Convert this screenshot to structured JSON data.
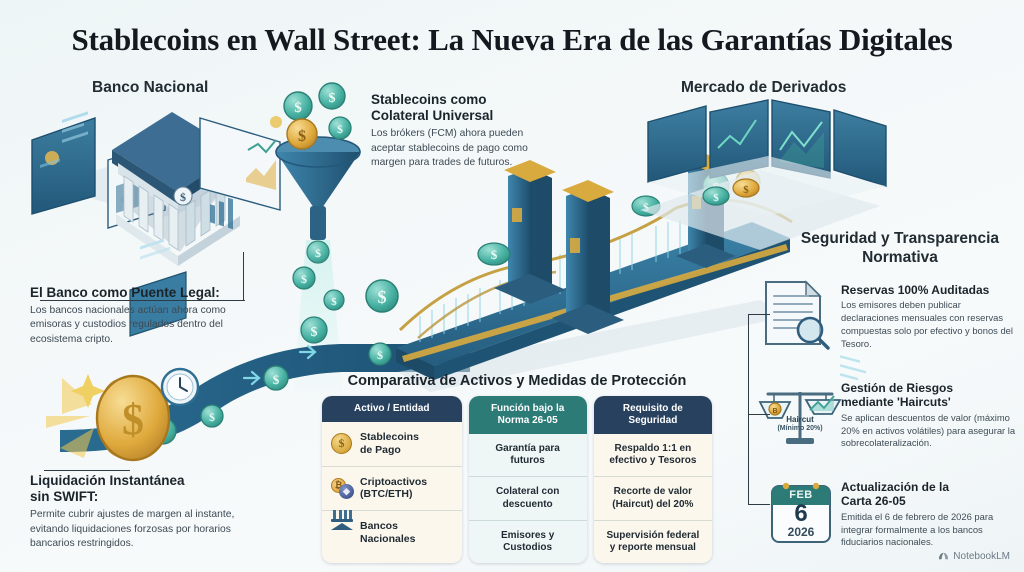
{
  "title": "Stablecoins en Wall Street: La Nueva Era de las Garantías Digitales",
  "sections": {
    "bank_heading": "Banco Nacional",
    "derivatives_heading": "Mercado de Derivados",
    "regulatory_heading_line1": "Seguridad y Transparencia",
    "regulatory_heading_line2": "Normativa"
  },
  "callouts": {
    "collateral": {
      "title_line1": "Stablecoins como",
      "title_line2": "Colateral Universal",
      "body": "Los brókers (FCM) ahora pueden aceptar stablecoins de pago como margen para trades de futuros."
    },
    "bridge": {
      "title": "El Banco como Puente Legal:",
      "body": "Los bancos nacionales actúan ahora como emisoras y custodios regulados dentro del ecosistema cripto."
    },
    "settlement": {
      "title_line1": "Liquidación Instantánea",
      "title_line2": "sin SWIFT:",
      "body": "Permite cubrir ajustes de margen al instante, evitando liquidaciones forzosas por horarios bancarios restringidos."
    }
  },
  "right_blocks": [
    {
      "icon": "document-magnifier-icon",
      "title": "Reservas 100% Auditadas",
      "body": "Los emisores deben publicar declaraciones mensuales con reservas compuestas solo por efectivo y bonos del Tesoro."
    },
    {
      "icon": "balance-scale-icon",
      "title_line1": "Gestión de Riesgos",
      "title_line2": "mediante 'Haircuts'",
      "body": "Se aplican descuentos de valor (máximo 20% en activos volátiles) para asegurar la sobrecolateralización.",
      "scale_label_line1": "Haircut",
      "scale_label_line2": "(Mínimo 20%)"
    },
    {
      "icon": "calendar-icon",
      "title_line1": "Actualización de la",
      "title_line2": "Carta 26-05",
      "body": "Emitida el 6 de febrero de 2026 para integrar formalmente a los bancos fiduciarios nacionales.",
      "calendar": {
        "month": "FEB",
        "day": "6",
        "year": "2026"
      }
    }
  ],
  "table": {
    "title": "Comparativa de Activos y Medidas de Protección",
    "headers": [
      {
        "label": "Activo / Entidad",
        "color": "#27415f"
      },
      {
        "label": "Función bajo la\nNorma 26-05",
        "line1": "Función bajo la",
        "line2": "Norma 26-05",
        "color": "#2d7b77"
      },
      {
        "label": "Requisito de\nSeguridad",
        "line1": "Requisito de",
        "line2": "Seguridad",
        "color": "#27415f"
      }
    ],
    "rows": [
      {
        "icon": "gold-coin-icon",
        "asset_line1": "Stablecoins",
        "asset_line2": "de Pago",
        "function_line1": "Garantía para",
        "function_line2": "futuros",
        "requirement_line1": "Respaldo 1:1 en",
        "requirement_line2": "efectivo y Tesoros"
      },
      {
        "icon": "crypto-coins-icon",
        "asset_line1": "Criptoactivos",
        "asset_line2": "(BTC/ETH)",
        "function_line1": "Colateral con",
        "function_line2": "descuento",
        "requirement_line1": "Recorte de valor",
        "requirement_line2": "(Haircut) del 20%"
      },
      {
        "icon": "bank-building-icon",
        "asset_line1": "Bancos",
        "asset_line2": "Nacionales",
        "function_line1": "Emisores y",
        "function_line2": "Custodios",
        "requirement_line1": "Supervisión federal",
        "requirement_line2": "y reporte mensual"
      }
    ]
  },
  "watermark": "NotebookLM",
  "colors": {
    "bridge_blue": "#2f6f94",
    "bridge_dark": "#1f4f6e",
    "teal_coin": "#3aa89a",
    "gold": "#e0ab3b",
    "header_navy": "#27415f",
    "header_teal": "#2d7b77",
    "cream": "#fbf7ec"
  }
}
